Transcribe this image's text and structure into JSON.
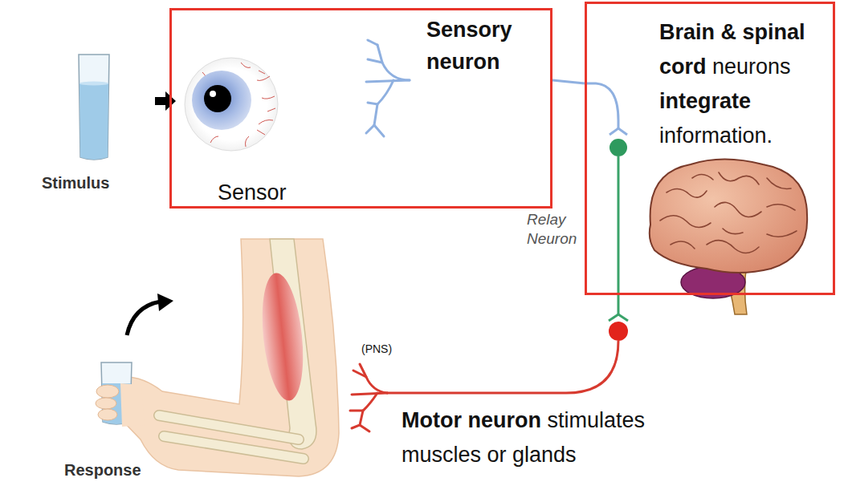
{
  "diagram": {
    "nodes": [
      {
        "text": [
          "Sensory neuron",
          "Sensor"
        ]
      },
      {
        "text": [
          "Brain & spinal cord neurons integrate information."
        ]
      }
    ],
    "edges": [
      {
        "from": 0,
        "to": 1,
        "arrow": "none"
      }
    ],
    "labels": [
      "Stimulus",
      "Relay Neuron",
      "(PNS)",
      "Motor neuron stimulates muscles or glands",
      "Response"
    ]
  }
}
